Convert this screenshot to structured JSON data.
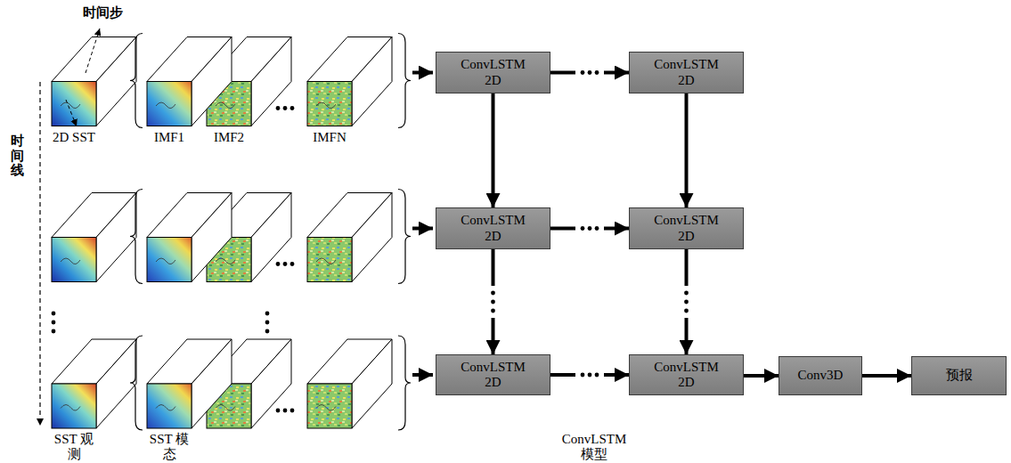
{
  "diagram": {
    "nodes": [
      {
        "text": [
          "ConvLSTM 2D"
        ]
      },
      {
        "text": [
          "ConvLSTM 2D"
        ]
      },
      {
        "text": [
          "ConvLSTM 2D"
        ]
      },
      {
        "text": [
          "ConvLSTM 2D"
        ]
      },
      {
        "text": [
          "ConvLSTM 2D"
        ]
      },
      {
        "text": [
          "ConvLSTM 2D"
        ]
      },
      {
        "text": [
          "Conv3D"
        ]
      },
      {
        "text": [
          "预报"
        ]
      }
    ],
    "edges": [
      {
        "from": 0,
        "to": 1,
        "arrow": "to"
      },
      {
        "from": 0,
        "to": 2,
        "arrow": "to"
      },
      {
        "from": 1,
        "to": 3,
        "arrow": "to"
      },
      {
        "from": 2,
        "to": 3,
        "arrow": "to"
      },
      {
        "from": 2,
        "to": 4,
        "arrow": "to"
      },
      {
        "from": 3,
        "to": 5,
        "arrow": "to"
      },
      {
        "from": 4,
        "to": 5,
        "arrow": "to"
      },
      {
        "from": 5,
        "to": 6,
        "arrow": "to"
      },
      {
        "from": 6,
        "to": 7,
        "arrow": "to"
      }
    ],
    "labels": [
      "时间步",
      "时间线",
      "2D SST",
      "IMF1",
      "IMF2",
      "IMFN",
      "SST 观测",
      "SST 模态",
      "ConvLSTM 模型"
    ]
  }
}
